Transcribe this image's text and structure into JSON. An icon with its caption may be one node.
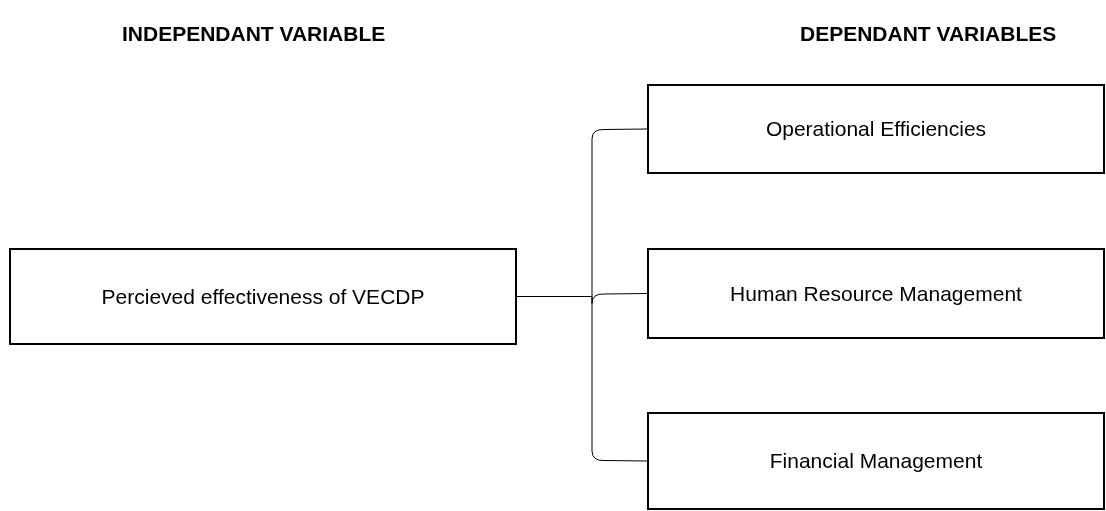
{
  "diagram": {
    "nodes": [
      {
        "text": [
          "Percieved effectiveness of VECDP"
        ]
      },
      {
        "text": [
          "Operational Efficiencies"
        ]
      },
      {
        "text": [
          "Human Resource Management"
        ]
      },
      {
        "text": [
          "Financial Management"
        ]
      }
    ],
    "edges": [
      {
        "from": 0,
        "to": 1,
        "arrow": "none"
      },
      {
        "from": 0,
        "to": 2,
        "arrow": "none"
      },
      {
        "from": 0,
        "to": 3,
        "arrow": "none"
      }
    ],
    "labels": [
      "INDEPENDANT VARIABLE",
      "DEPENDANT VARIABLES"
    ]
  }
}
